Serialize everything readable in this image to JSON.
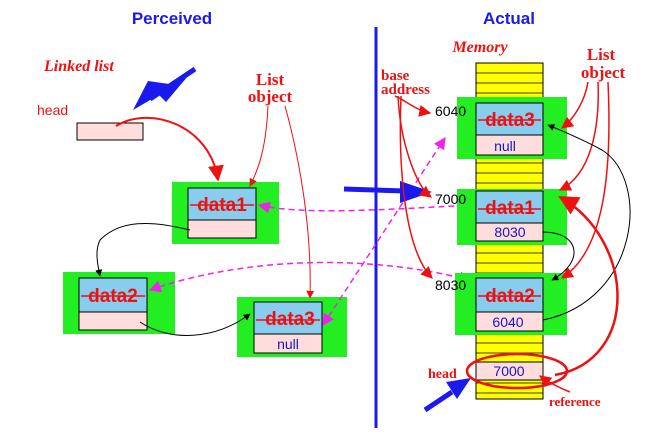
{
  "headers": {
    "perceived": "Perceived",
    "actual": "Actual"
  },
  "labels": {
    "linked_list": "Linked list",
    "head_left": "head",
    "list_object_left_1": "List",
    "list_object_left_2": "object",
    "memory": "Memory",
    "base_address_1": "base",
    "base_address_2": "address",
    "list_object_right_1": "List",
    "list_object_right_2": "object",
    "head_right": "head",
    "reference": "reference"
  },
  "perceived_nodes": [
    {
      "data": "data1",
      "next": ""
    },
    {
      "data": "data2",
      "next": ""
    },
    {
      "data": "data3",
      "next": "null"
    }
  ],
  "memory_objects": [
    {
      "address": "6040",
      "data": "data3",
      "next": "null"
    },
    {
      "address": "7000",
      "data": "data1",
      "next": "8030"
    },
    {
      "address": "8030",
      "data": "data2",
      "next": "6040"
    }
  ],
  "head_cell_value": "7000",
  "colors": {
    "heading_blue": "#1a1aee",
    "label_red": "#ee1111",
    "object_green": "#22ee22",
    "data_cyan": "#88ccee",
    "next_pink": "#ffdddd",
    "memory_yellow": "#ffff00",
    "link_magenta": "#ee22ee",
    "divider_blue": "#1a1aee"
  }
}
